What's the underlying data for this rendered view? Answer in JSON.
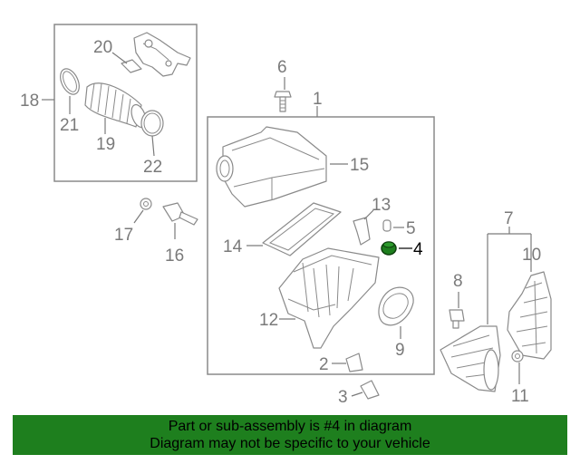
{
  "diagram": {
    "callouts": {
      "c1": "1",
      "c2": "2",
      "c3": "3",
      "c4": "4",
      "c5": "5",
      "c6": "6",
      "c7": "7",
      "c8": "8",
      "c9": "9",
      "c10": "10",
      "c11": "11",
      "c12": "12",
      "c13": "13",
      "c14": "14",
      "c15": "15",
      "c16": "16",
      "c17": "17",
      "c18": "18",
      "c19": "19",
      "c20": "20",
      "c21": "21",
      "c22": "22"
    },
    "highlight_part": "4",
    "highlight_color": "#1e7f1e"
  },
  "banner": {
    "line1": "Part or sub-assembly is #4 in diagram",
    "line2": "Diagram may not be specific to your vehicle",
    "background": "#1e7f1e"
  }
}
